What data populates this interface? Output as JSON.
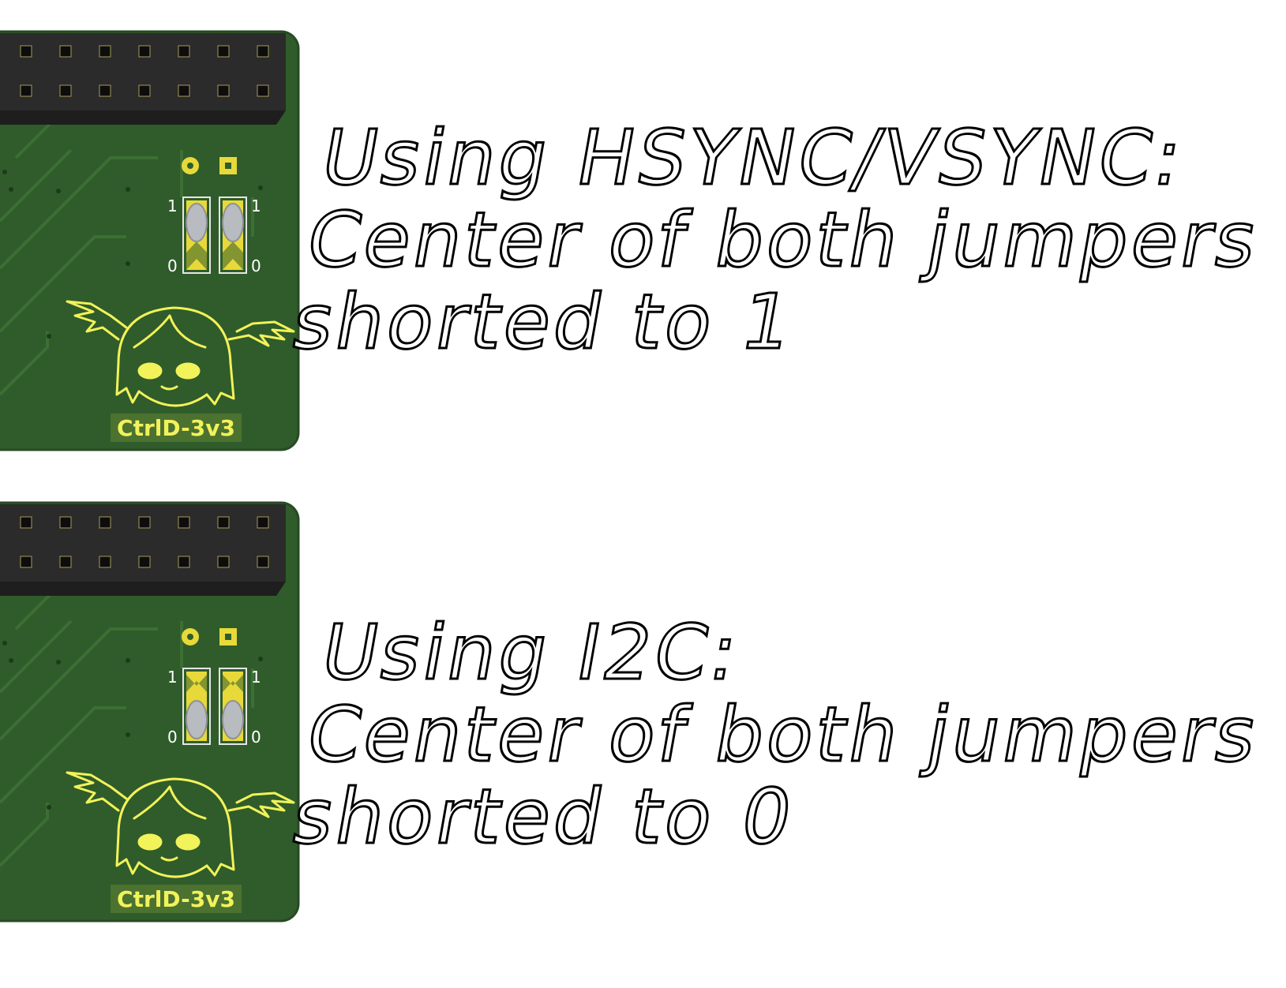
{
  "board_label": "CtrlD-3v3",
  "jumper_numbers": {
    "top": "1",
    "bottom": "0"
  },
  "colors": {
    "board": "#2f5c2a",
    "board_edge": "#274b23",
    "trace": "#3c6f34",
    "silkscreen": "#f2f25a",
    "copper_pad": "#e8d93a",
    "solder_blob": "#b8bcc0",
    "header": "#2b2b2b",
    "caption_outline": "#000000"
  },
  "panels": [
    {
      "caption_lines": [
        "Using HSYNC/VSYNC:",
        "Center of both jumpers",
        "shorted to 1"
      ],
      "jumper_shorted_to": "1"
    },
    {
      "caption_lines": [
        "Using I2C:",
        "Center of both jumpers",
        "shorted to 0"
      ],
      "jumper_shorted_to": "0"
    }
  ]
}
